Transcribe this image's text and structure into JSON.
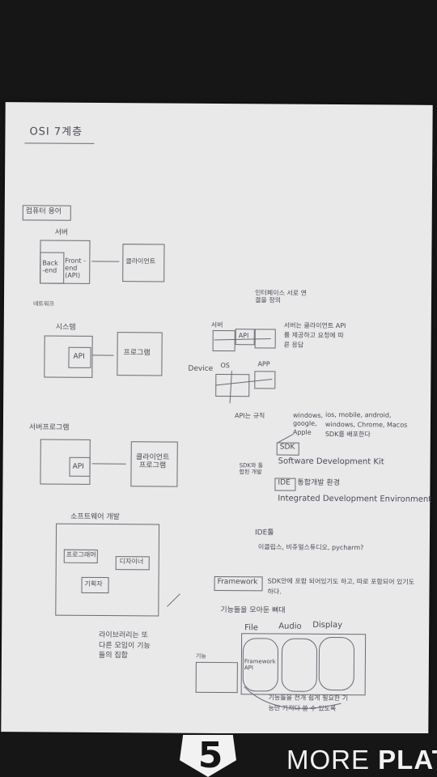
{
  "page": {
    "title": "OSI 7계층",
    "section_computer_terms": "컴퓨터 용어",
    "server_label": "서버",
    "backend_label": "Back -end",
    "frontend_label": "Front -end (API)",
    "client_label": "클라이언트",
    "network_label": "네트워크",
    "system_label": "시스템",
    "system_api": "API",
    "system_program": "프로그램",
    "server_program_label": "서버프로그램",
    "server_program_api": "API",
    "client_program": "클라이언트 프로그램",
    "software_dev_label": "소프트웨어 개발",
    "programmer": "프로그래머",
    "designer": "디자이너",
    "planner": "기획자",
    "library_note": "라이브러리는 또 다른 모임이 기능들의 집합",
    "diagram_top": "인터페이스 서로 연결을 정의",
    "diagram_server": "서버",
    "diagram_api": "API",
    "diagram_device": "Device",
    "diagram_os": "OS",
    "diagram_app": "APP",
    "diagram_note": "서버는 클라이언트 API를 제공하고 요청에 따른 응답",
    "diagram_note2": "API는 규칙",
    "windows_note": "windows, google, Apple",
    "sdk_platforms": "ios, mobile, android, windows, Chrome, Macos SDK를 배포한다",
    "sdk_box": "SDK",
    "sdk_full": "Software Development Kit",
    "ide_box": "IDE",
    "ide_korean": "통합개발 환경",
    "ide_full": "Integrated Development Environment",
    "sdk_side_note": "SDK와 통합된 개발",
    "ide_tools": "IDE툴",
    "ide_tools_examples": "이클립스, 비쥬얼스튜디오, pycharm?",
    "framework_box": "Framework",
    "framework_note": "SDK안에 포함 되어있기도 하고, 따로 포함되어 있기도 하다.",
    "features_title": "기능들을 모아둔 뼈대",
    "col_file": "File",
    "col_audio": "Audio",
    "col_display": "Display",
    "framework_api": "Framework API",
    "features_label": "기능",
    "bottom_note": "기능들을 전개 쉽게 필요한 기능만 가져다 쓸 수 있도록"
  },
  "overlay": {
    "logo_number": "5",
    "logo_text_light": "MORE ",
    "logo_text_bold": "PLAT"
  }
}
